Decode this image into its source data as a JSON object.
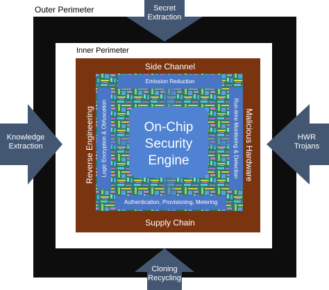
{
  "perimeters": {
    "outer": "Outer Perimeter",
    "inner": "Inner Perimeter"
  },
  "threats": {
    "top": [
      "Secret",
      "Extraction"
    ],
    "left": [
      "Knowledge",
      "Extraction"
    ],
    "right": [
      "HWR",
      "Trojans"
    ],
    "bottom": [
      "Cloning",
      "Recycling"
    ]
  },
  "sides": {
    "top": "Side Channel",
    "bottom": "Supply Chain",
    "left": "Reverse Engineering",
    "right": "Malicious Hardware"
  },
  "chip_bars": {
    "top": "Emission Reduction",
    "bottom": "Authentication, Provisioning, Metering",
    "left": "Logic Encryption & Obfuscation",
    "right": "Run-time Monitoring & Detection"
  },
  "engine": [
    "On-Chip",
    "Security",
    "Engine"
  ],
  "colors": {
    "outer_ring": "#0d0d0d",
    "inner_frame": "#ffffff",
    "brown": "#7a3410",
    "arrow": "#435773",
    "bar": "#4a74c4",
    "engine": "#4f82d2"
  }
}
